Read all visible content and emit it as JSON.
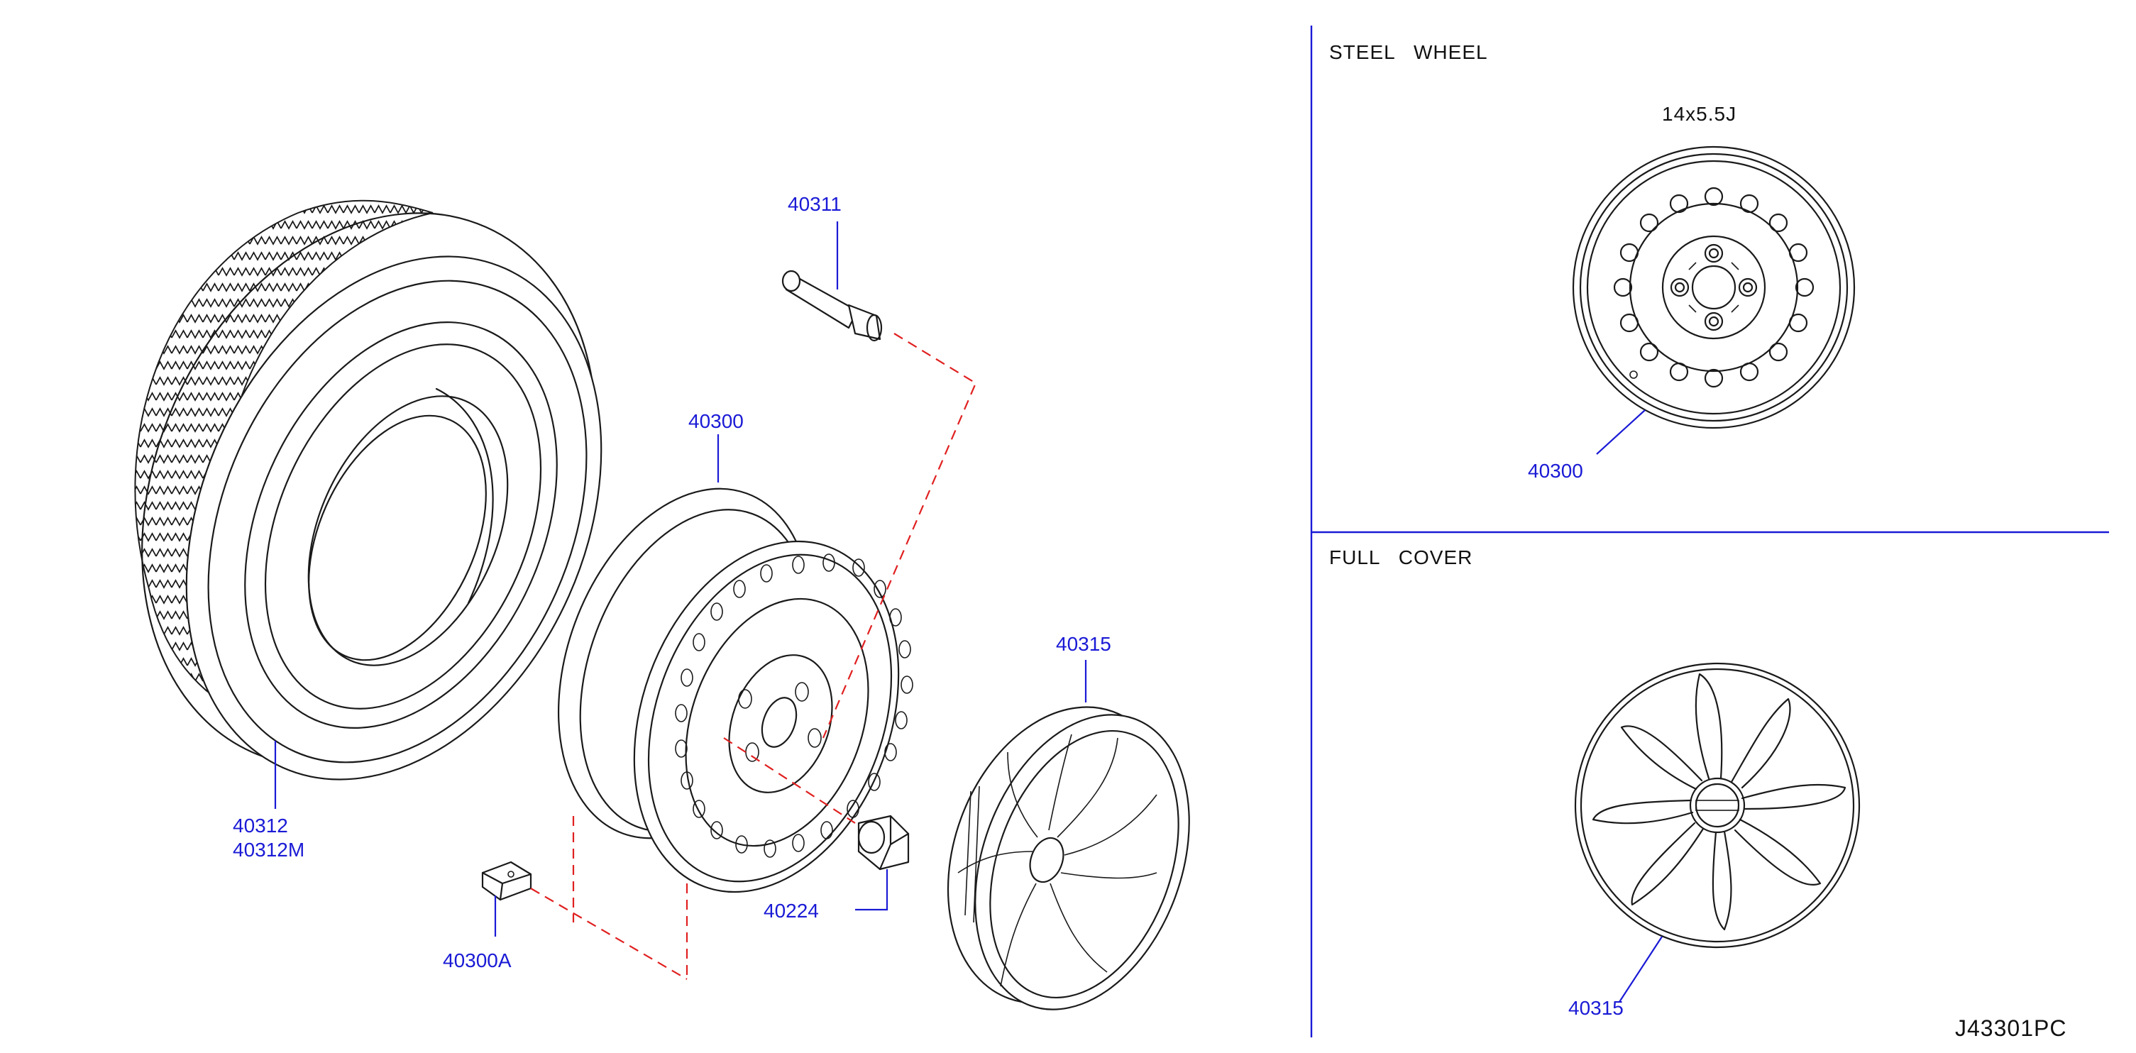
{
  "diagram": {
    "drawing_id": "J43301PC",
    "sections": {
      "steel_wheel": {
        "title": "STEEL   WHEEL",
        "size": "14x5.5J",
        "part": "40300"
      },
      "full_cover": {
        "title": "FULL   COVER",
        "part": "40315"
      }
    },
    "callouts": {
      "valve": "40311",
      "wheel": "40300",
      "tire_1": "40312",
      "tire_2": "40312M",
      "cover": "40315",
      "nut": "40224",
      "weight": "40300A"
    },
    "colors": {
      "callout_text": "#1a1ad6",
      "phantom_line": "#e02020",
      "ink": "#1a1a1a"
    }
  }
}
